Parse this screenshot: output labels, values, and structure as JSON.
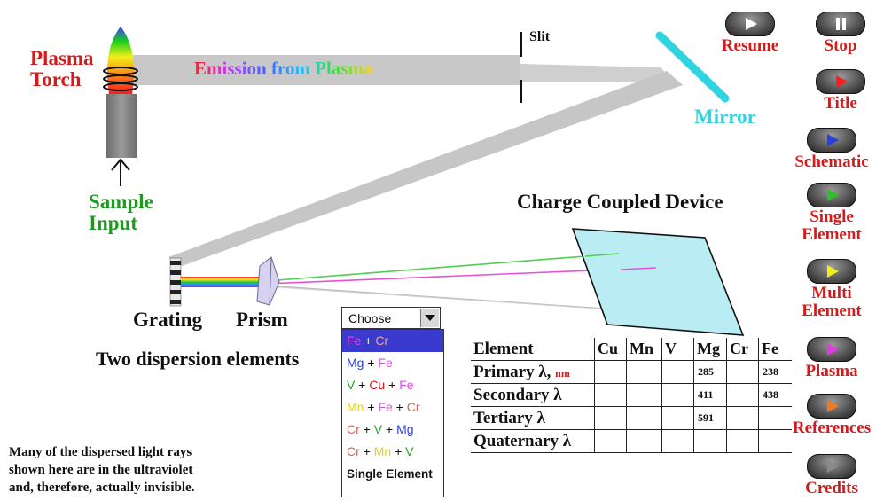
{
  "labels": {
    "plasma_torch": [
      "Plasma",
      "Torch"
    ],
    "emission": "Emission from Plasma",
    "slit": "Slit",
    "mirror": "Mirror",
    "sample_input": [
      "Sample",
      "Input"
    ],
    "ccd": "Charge Coupled Device",
    "grating": "Grating",
    "prism": "Prism",
    "two_dispersion": "Two dispersion elements",
    "note": [
      "Many of the dispersed light rays",
      "shown here are in the ultraviolet",
      "and, therefore, actually invisible."
    ]
  },
  "controls": [
    {
      "key": "resume",
      "caption": [
        "Resume"
      ],
      "icon": "play-icon",
      "color": "#ffffff"
    },
    {
      "key": "stop",
      "caption": [
        "Stop"
      ],
      "icon": "pause-icon",
      "color": "#ffffff"
    },
    {
      "key": "title",
      "caption": [
        "Title"
      ],
      "icon": "play-icon",
      "color": "#ff1e1e"
    },
    {
      "key": "schematic",
      "caption": [
        "Schematic"
      ],
      "icon": "play-icon",
      "color": "#2a3fe0"
    },
    {
      "key": "single-element",
      "caption": [
        "Single",
        "Element"
      ],
      "icon": "play-icon",
      "color": "#2cc02c"
    },
    {
      "key": "multi-element",
      "caption": [
        "Multi",
        "Element"
      ],
      "icon": "play-icon",
      "color": "#f2ee1a"
    },
    {
      "key": "plasma",
      "caption": [
        "Plasma"
      ],
      "icon": "play-icon",
      "color": "#e23ae2"
    },
    {
      "key": "references",
      "caption": [
        "References"
      ],
      "icon": "play-icon",
      "color": "#f07a20"
    },
    {
      "key": "credits",
      "caption": [
        "Credits"
      ],
      "icon": "play-icon",
      "color": "#8a8a8a"
    }
  ],
  "dropdown": {
    "selected": "Choose",
    "options": [
      [
        {
          "t": "Fe",
          "c": "#e845e8"
        },
        {
          "t": " + ",
          "c": "#ffffff"
        },
        {
          "t": "Cr",
          "c": "#f0a0a0"
        }
      ],
      [
        {
          "t": "Mg",
          "c": "#2a3fe0"
        },
        {
          "t": " + ",
          "c": "#111111"
        },
        {
          "t": "Fe",
          "c": "#e845e8"
        }
      ],
      [
        {
          "t": "V",
          "c": "#22a022"
        },
        {
          "t": " + ",
          "c": "#111111"
        },
        {
          "t": "Cu",
          "c": "#e01818"
        },
        {
          "t": " + ",
          "c": "#111111"
        },
        {
          "t": "Fe",
          "c": "#e845e8"
        }
      ],
      [
        {
          "t": "Mn",
          "c": "#e8d21a"
        },
        {
          "t": " + ",
          "c": "#111111"
        },
        {
          "t": "Fe",
          "c": "#e845e8"
        },
        {
          "t": " + ",
          "c": "#111111"
        },
        {
          "t": "Cr",
          "c": "#c86a5a"
        }
      ],
      [
        {
          "t": "Cr",
          "c": "#c86a5a"
        },
        {
          "t": " + ",
          "c": "#111111"
        },
        {
          "t": "V",
          "c": "#22a022"
        },
        {
          "t": " + ",
          "c": "#111111"
        },
        {
          "t": "Mg",
          "c": "#2a3fe0"
        }
      ],
      [
        {
          "t": "Cr",
          "c": "#c86a5a"
        },
        {
          "t": " + ",
          "c": "#111111"
        },
        {
          "t": "Mn",
          "c": "#e8d21a"
        },
        {
          "t": " + ",
          "c": "#111111"
        },
        {
          "t": "V",
          "c": "#22a022"
        }
      ],
      [
        {
          "t": "Single Element",
          "c": "#111111"
        }
      ]
    ]
  },
  "table": {
    "corner": "Element",
    "columns": [
      "Cu",
      "Mn",
      "V",
      "Mg",
      "Cr",
      "Fe"
    ],
    "rows": [
      {
        "label": "Primary λ,",
        "unit": "nm",
        "values": [
          "",
          "",
          "",
          "285",
          "",
          "238"
        ]
      },
      {
        "label": "Secondary λ",
        "unit": "",
        "values": [
          "",
          "",
          "",
          "411",
          "",
          "438"
        ]
      },
      {
        "label": "Tertiary λ",
        "unit": "",
        "values": [
          "",
          "",
          "",
          "591",
          "",
          ""
        ]
      },
      {
        "label": "Quaternary λ",
        "unit": "",
        "values": [
          "",
          "",
          "",
          "",
          "",
          ""
        ]
      }
    ]
  },
  "colors": {
    "red_text": "#d41a1a",
    "green_text": "#1f9a1f",
    "mirror": "#2fd4e0",
    "beam": "#c8c8c8",
    "ccd_fill": "#b9ecf3",
    "selected_option": "#3a3acf"
  },
  "rays": [
    {
      "name": "green",
      "color": "#4fcf4f"
    },
    {
      "name": "magenta",
      "color": "#e84fd6"
    },
    {
      "name": "gray-1",
      "color": "#b8b8b8"
    },
    {
      "name": "gray-2",
      "color": "#d0d0d0"
    }
  ]
}
